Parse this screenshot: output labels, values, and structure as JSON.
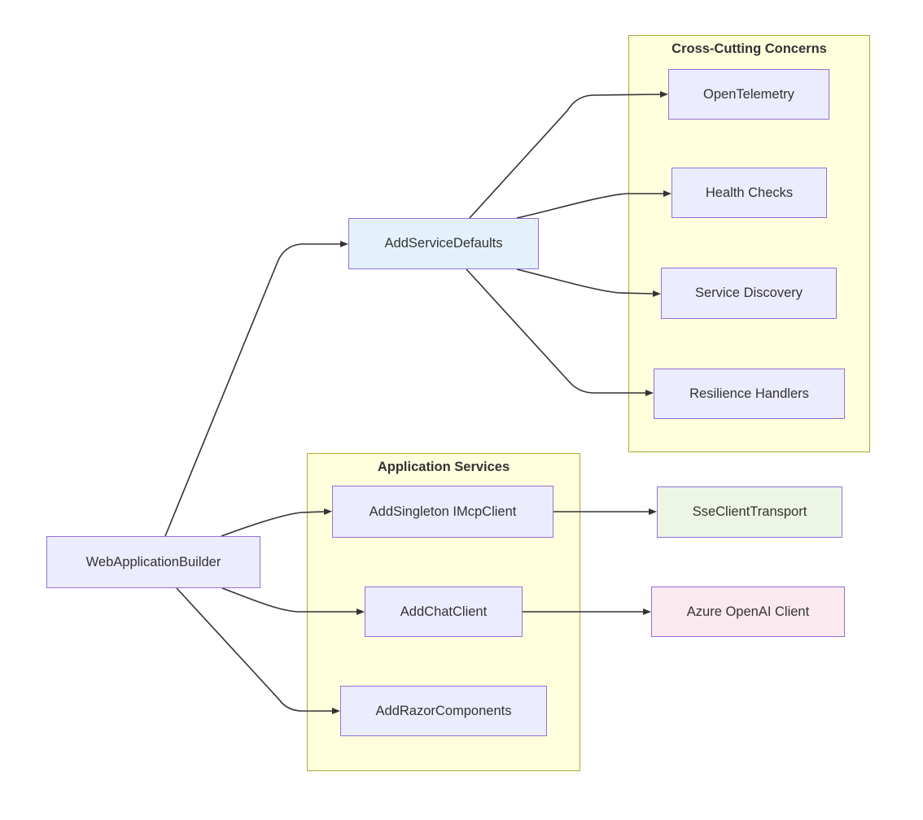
{
  "diagram": {
    "type": "flowchart",
    "clusters": {
      "crossCutting": {
        "label": "Cross-Cutting Concerns"
      },
      "applicationServices": {
        "label": "Application Services"
      }
    },
    "nodes": {
      "webApplicationBuilder": {
        "label": "WebApplicationBuilder"
      },
      "addServiceDefaults": {
        "label": "AddServiceDefaults"
      },
      "openTelemetry": {
        "label": "OpenTelemetry"
      },
      "healthChecks": {
        "label": "Health Checks"
      },
      "serviceDiscovery": {
        "label": "Service Discovery"
      },
      "resilienceHandlers": {
        "label": "Resilience Handlers"
      },
      "addSingletonIMcpClient": {
        "label": "AddSingleton IMcpClient"
      },
      "sseClientTransport": {
        "label": "SseClientTransport"
      },
      "addChatClient": {
        "label": "AddChatClient"
      },
      "azureOpenAIClient": {
        "label": "Azure OpenAI Client"
      },
      "addRazorComponents": {
        "label": "AddRazorComponents"
      }
    },
    "edges": [
      {
        "from": "WebApplicationBuilder",
        "to": "AddServiceDefaults"
      },
      {
        "from": "AddServiceDefaults",
        "to": "OpenTelemetry"
      },
      {
        "from": "AddServiceDefaults",
        "to": "Health Checks"
      },
      {
        "from": "AddServiceDefaults",
        "to": "Service Discovery"
      },
      {
        "from": "AddServiceDefaults",
        "to": "Resilience Handlers"
      },
      {
        "from": "WebApplicationBuilder",
        "to": "AddSingleton IMcpClient"
      },
      {
        "from": "AddSingleton IMcpClient",
        "to": "SseClientTransport"
      },
      {
        "from": "WebApplicationBuilder",
        "to": "AddChatClient"
      },
      {
        "from": "AddChatClient",
        "to": "Azure OpenAI Client"
      },
      {
        "from": "WebApplicationBuilder",
        "to": "AddRazorComponents"
      }
    ],
    "colors": {
      "node_fill": "#ececff",
      "node_border": "#9370db",
      "highlight_blue_fill": "#e4f1fb",
      "green_fill": "#edf5e6",
      "pink_fill": "#fbe9f0",
      "cluster_fill": "#ffffde",
      "cluster_border": "#aaaa33",
      "edge": "#333333",
      "text": "#333333"
    }
  }
}
